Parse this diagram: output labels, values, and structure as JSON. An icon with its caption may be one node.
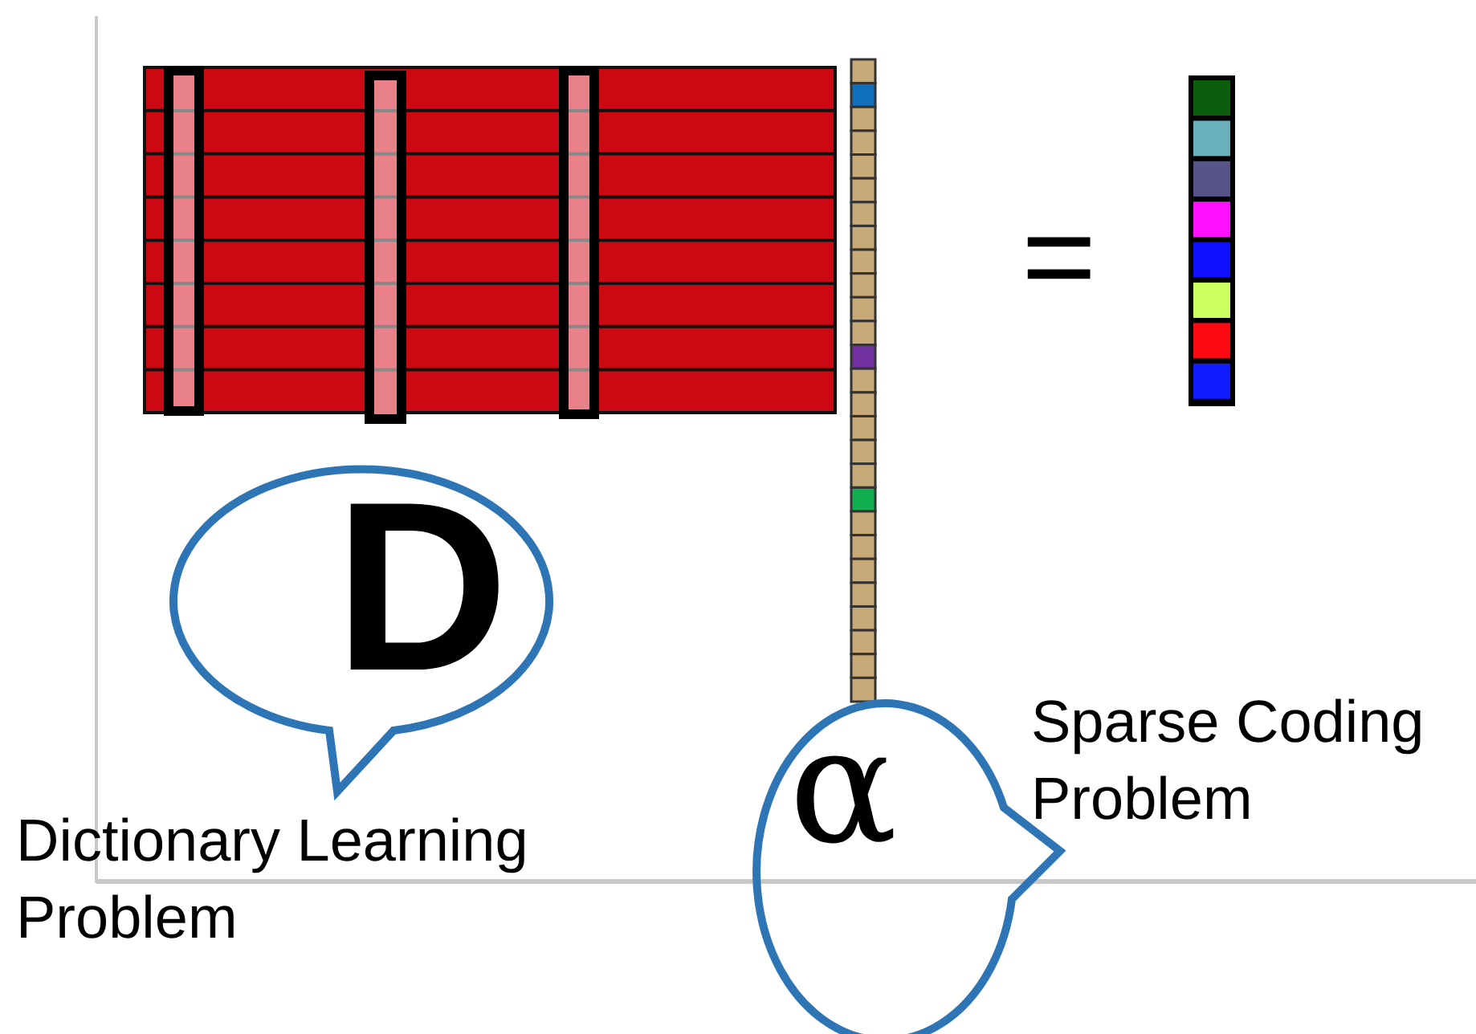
{
  "diagram": {
    "nodes": [
      {
        "text": [
          "D"
        ]
      },
      {
        "text": [
          "α"
        ]
      }
    ],
    "labels": [
      "=",
      "Sparse Coding Problem",
      "Dictionary Learning Problem"
    ]
  }
}
